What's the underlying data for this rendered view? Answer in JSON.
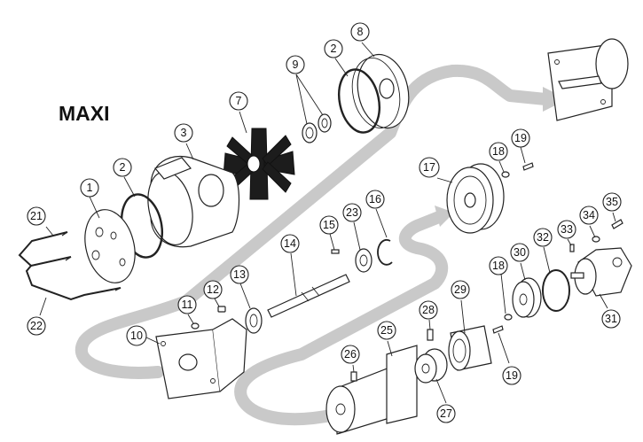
{
  "title": "MAXI",
  "callouts": [
    {
      "id": "c1",
      "label": "1"
    },
    {
      "id": "c2a",
      "label": "2"
    },
    {
      "id": "c2b",
      "label": "2"
    },
    {
      "id": "c3",
      "label": "3"
    },
    {
      "id": "c7",
      "label": "7"
    },
    {
      "id": "c8",
      "label": "8"
    },
    {
      "id": "c9",
      "label": "9"
    },
    {
      "id": "c10",
      "label": "10"
    },
    {
      "id": "c11",
      "label": "11"
    },
    {
      "id": "c12",
      "label": "12"
    },
    {
      "id": "c13",
      "label": "13"
    },
    {
      "id": "c14",
      "label": "14"
    },
    {
      "id": "c15",
      "label": "15"
    },
    {
      "id": "c16",
      "label": "16"
    },
    {
      "id": "c17",
      "label": "17"
    },
    {
      "id": "c18a",
      "label": "18"
    },
    {
      "id": "c18b",
      "label": "18"
    },
    {
      "id": "c19a",
      "label": "19"
    },
    {
      "id": "c19b",
      "label": "19"
    },
    {
      "id": "c21",
      "label": "21"
    },
    {
      "id": "c22",
      "label": "22"
    },
    {
      "id": "c23",
      "label": "23"
    },
    {
      "id": "c25",
      "label": "25"
    },
    {
      "id": "c26",
      "label": "26"
    },
    {
      "id": "c27",
      "label": "27"
    },
    {
      "id": "c28",
      "label": "28"
    },
    {
      "id": "c29",
      "label": "29"
    },
    {
      "id": "c30",
      "label": "30"
    },
    {
      "id": "c31",
      "label": "31"
    },
    {
      "id": "c32",
      "label": "32"
    },
    {
      "id": "c33",
      "label": "33"
    },
    {
      "id": "c34",
      "label": "34"
    },
    {
      "id": "c35",
      "label": "35"
    }
  ]
}
